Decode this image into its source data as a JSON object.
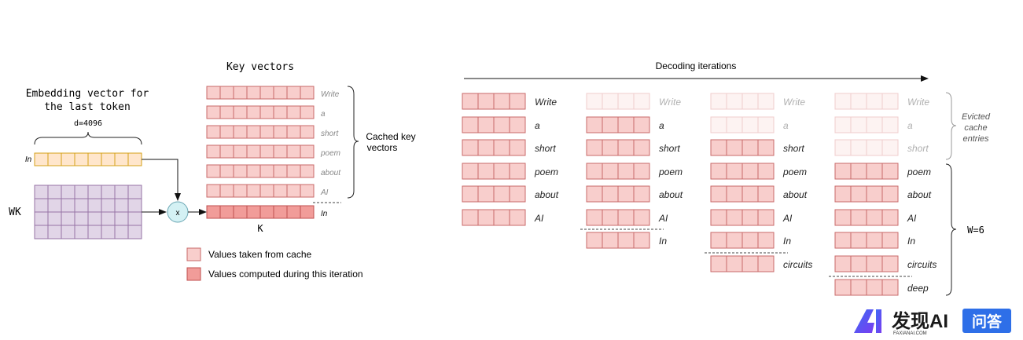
{
  "colors": {
    "cache_fill": "#f8cecc",
    "cache_stroke": "#c86a6a",
    "computed_fill": "#f19c99",
    "computed_stroke": "#c05050",
    "embedding_fill": "#ffe6cc",
    "embedding_stroke": "#d6a21a",
    "wk_fill": "#e1d5e7",
    "wk_stroke": "#9673a6",
    "mult_fill": "#d4f1f4",
    "mult_stroke": "#6aa6b3",
    "evicted_fill": "#fdf3f2",
    "evicted_stroke": "#f0cccc"
  },
  "left": {
    "embedding_title_line1": "Embedding vector for",
    "embedding_title_line2": "the last token",
    "dimension_label": "d=4096",
    "embedding_token": "In",
    "wk_label": "WK",
    "multiply_symbol": "x",
    "key_vectors_title": "Key vectors",
    "key_tokens": [
      "Write",
      "a",
      "short",
      "poem",
      "about",
      "AI"
    ],
    "new_key_token": "In",
    "k_label": "K",
    "cached_label_line1": "Cached key",
    "cached_label_line2": "vectors",
    "legend": [
      {
        "kind": "cache",
        "label": "Values taken from cache"
      },
      {
        "kind": "computed",
        "label": "Values computed during this iteration"
      }
    ]
  },
  "right": {
    "title": "Decoding iterations",
    "tokens": [
      "Write",
      "a",
      "short",
      "poem",
      "about",
      "AI",
      "In",
      "circuits",
      "deep"
    ],
    "evicted_label_line1": "Evicted",
    "evicted_label_line2": "cache",
    "evicted_label_line3": "entries",
    "window_label": "W=6"
  },
  "watermark": {
    "brand": "发现AI",
    "sub": "FAXIANAI.COM",
    "badge": "问答"
  }
}
